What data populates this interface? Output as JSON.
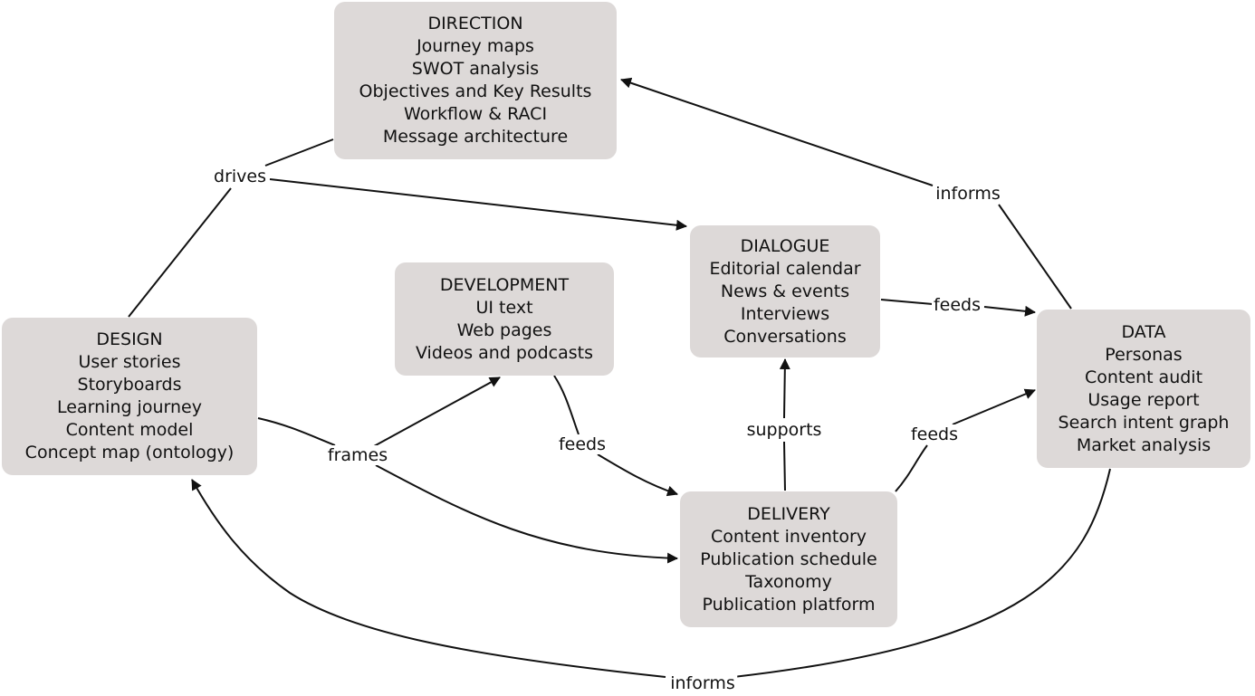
{
  "nodes": {
    "direction": {
      "title": "DIRECTION",
      "items": [
        "Journey maps",
        "SWOT analysis",
        "Objectives and Key Results",
        "Workflow & RACI",
        "Message architecture"
      ]
    },
    "design": {
      "title": "DESIGN",
      "items": [
        "User stories",
        "Storyboards",
        "Learning journey",
        "Content model",
        "Concept map (ontology)"
      ]
    },
    "development": {
      "title": "DEVELOPMENT",
      "items": [
        "UI text",
        "Web pages",
        "Videos and podcasts"
      ]
    },
    "dialogue": {
      "title": "DIALOGUE",
      "items": [
        "Editorial calendar",
        "News & events",
        "Interviews",
        "Conversations"
      ]
    },
    "data": {
      "title": "DATA",
      "items": [
        "Personas",
        "Content audit",
        "Usage report",
        "Search intent graph",
        "Market analysis"
      ]
    },
    "delivery": {
      "title": "DELIVERY",
      "items": [
        "Content inventory",
        "Publication schedule",
        "Taxonomy",
        "Publication platform"
      ]
    }
  },
  "edges": [
    {
      "id": "drives",
      "label": "drives",
      "from": "design",
      "to": "dialogue",
      "via": "direction"
    },
    {
      "id": "informs1",
      "label": "informs",
      "from": "data",
      "to": "direction"
    },
    {
      "id": "feeds1",
      "label": "feeds",
      "from": "dialogue",
      "to": "data"
    },
    {
      "id": "frames",
      "label": "frames",
      "from": "design",
      "to": [
        "development",
        "delivery"
      ]
    },
    {
      "id": "feeds2",
      "label": "feeds",
      "from": "development",
      "to": "delivery"
    },
    {
      "id": "supports",
      "label": "supports",
      "from": "delivery",
      "to": "dialogue"
    },
    {
      "id": "feeds3",
      "label": "feeds",
      "from": "delivery",
      "to": "data"
    },
    {
      "id": "informs2",
      "label": "informs",
      "from": "data",
      "to": "design"
    }
  ],
  "colors": {
    "node_fill": "#ddd9d8",
    "edge": "#111111",
    "background": "#ffffff"
  }
}
